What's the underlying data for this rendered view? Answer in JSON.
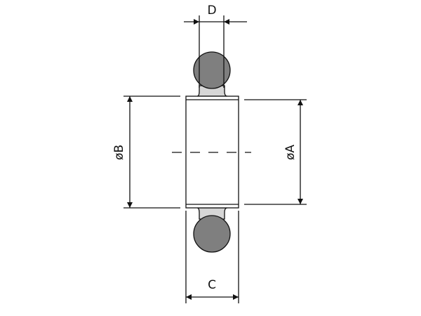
{
  "labels": {
    "D": "D",
    "B": "øB",
    "A": "øA",
    "C": "C"
  },
  "colors": {
    "ring": "#7f7f7f",
    "neck": "#d6d6d6",
    "line": "#111111"
  }
}
